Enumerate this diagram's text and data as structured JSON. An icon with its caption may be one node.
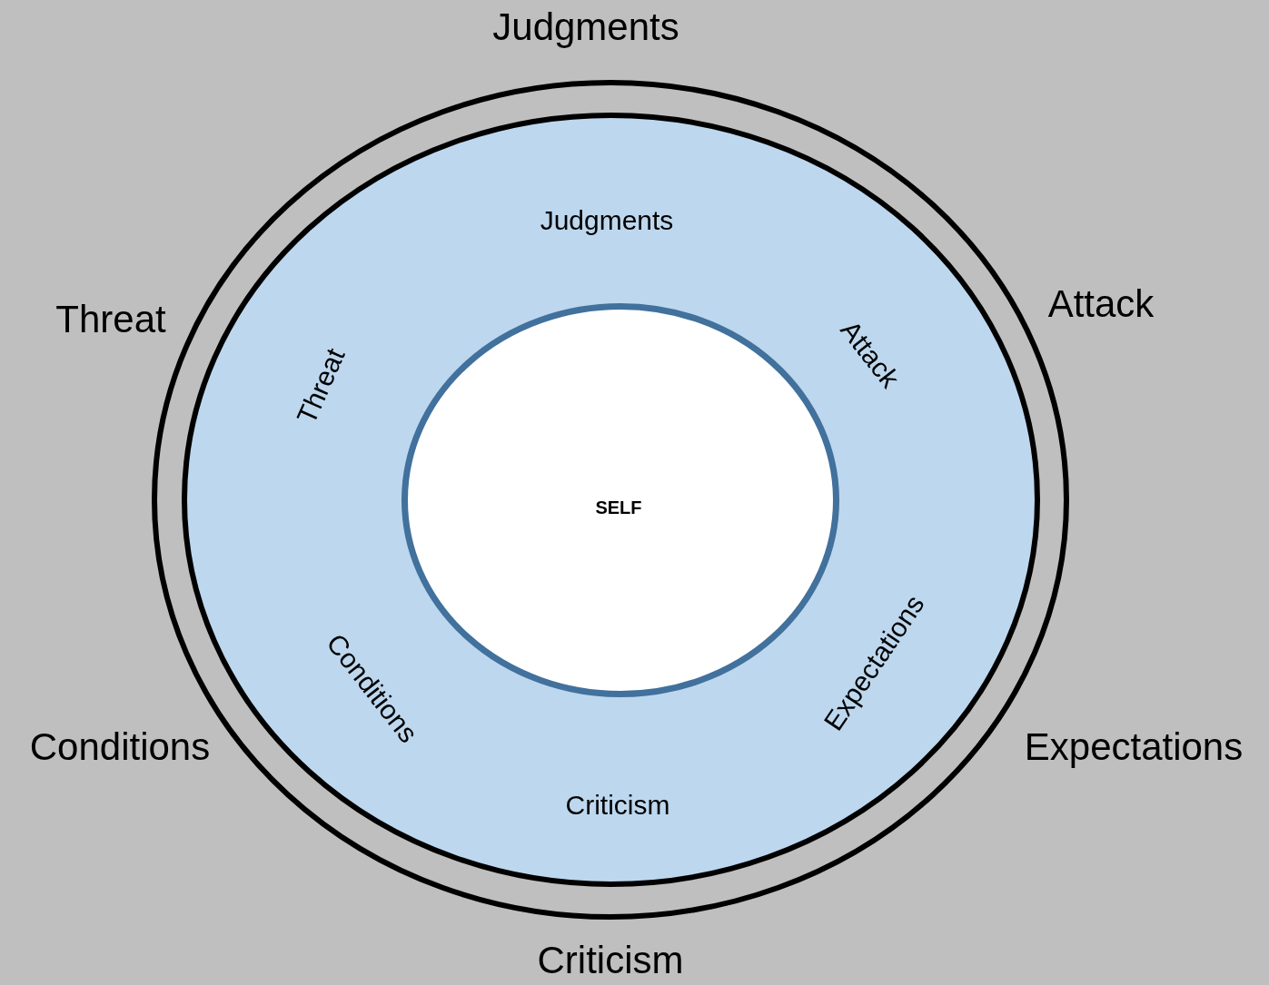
{
  "diagram": {
    "nodes": [
      {
        "text": [],
        "shape": "circle"
      },
      {
        "text": [
          "Judgments",
          "Attack",
          "Expectations",
          "Criticism",
          "Conditions",
          "Threat"
        ],
        "in": 0
      },
      {
        "text": [
          "SELF"
        ],
        "in": 1
      }
    ],
    "labels": [
      "Judgments",
      "Threat",
      "Attack",
      "Conditions",
      "Expectations",
      "Criticism"
    ]
  }
}
